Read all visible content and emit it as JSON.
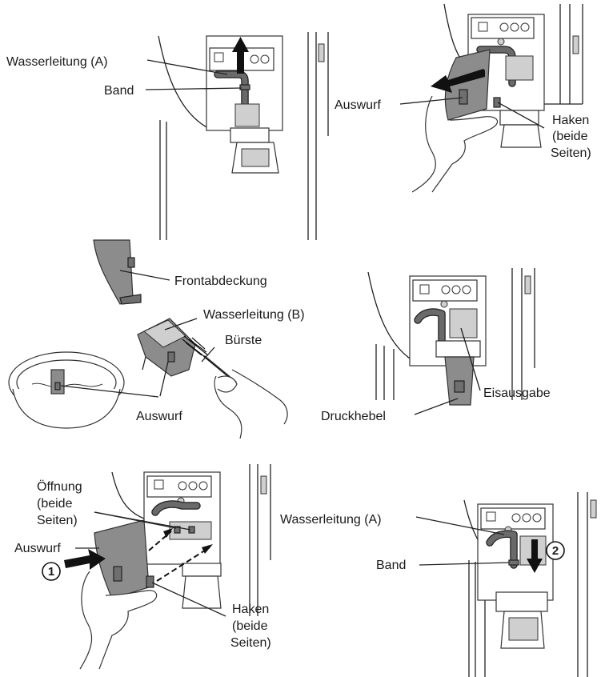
{
  "panels": {
    "top_left": {
      "water_line_a": "Wasserleitung (A)",
      "band": "Band"
    },
    "top_right": {
      "chute": "Auswurf",
      "hook_line1": "Haken",
      "hook_line2": "(beide",
      "hook_line3": "Seiten)"
    },
    "middle_left": {
      "front_cover": "Frontabdeckung",
      "water_line_b": "Wasserleitung (B)",
      "brush": "Bürste",
      "chute": "Auswurf"
    },
    "middle_right": {
      "ice_outlet": "Eisausgabe",
      "push_lever": "Druckhebel"
    },
    "bottom_left": {
      "opening_line1": "Öffnung",
      "opening_line2": "(beide",
      "opening_line3": "Seiten)",
      "chute": "Auswurf",
      "step": "1",
      "hook_line1": "Haken",
      "hook_line2": "(beide",
      "hook_line3": "Seiten)"
    },
    "bottom_right": {
      "water_line_a": "Wasserleitung (A)",
      "band": "Band",
      "step": "2"
    }
  }
}
